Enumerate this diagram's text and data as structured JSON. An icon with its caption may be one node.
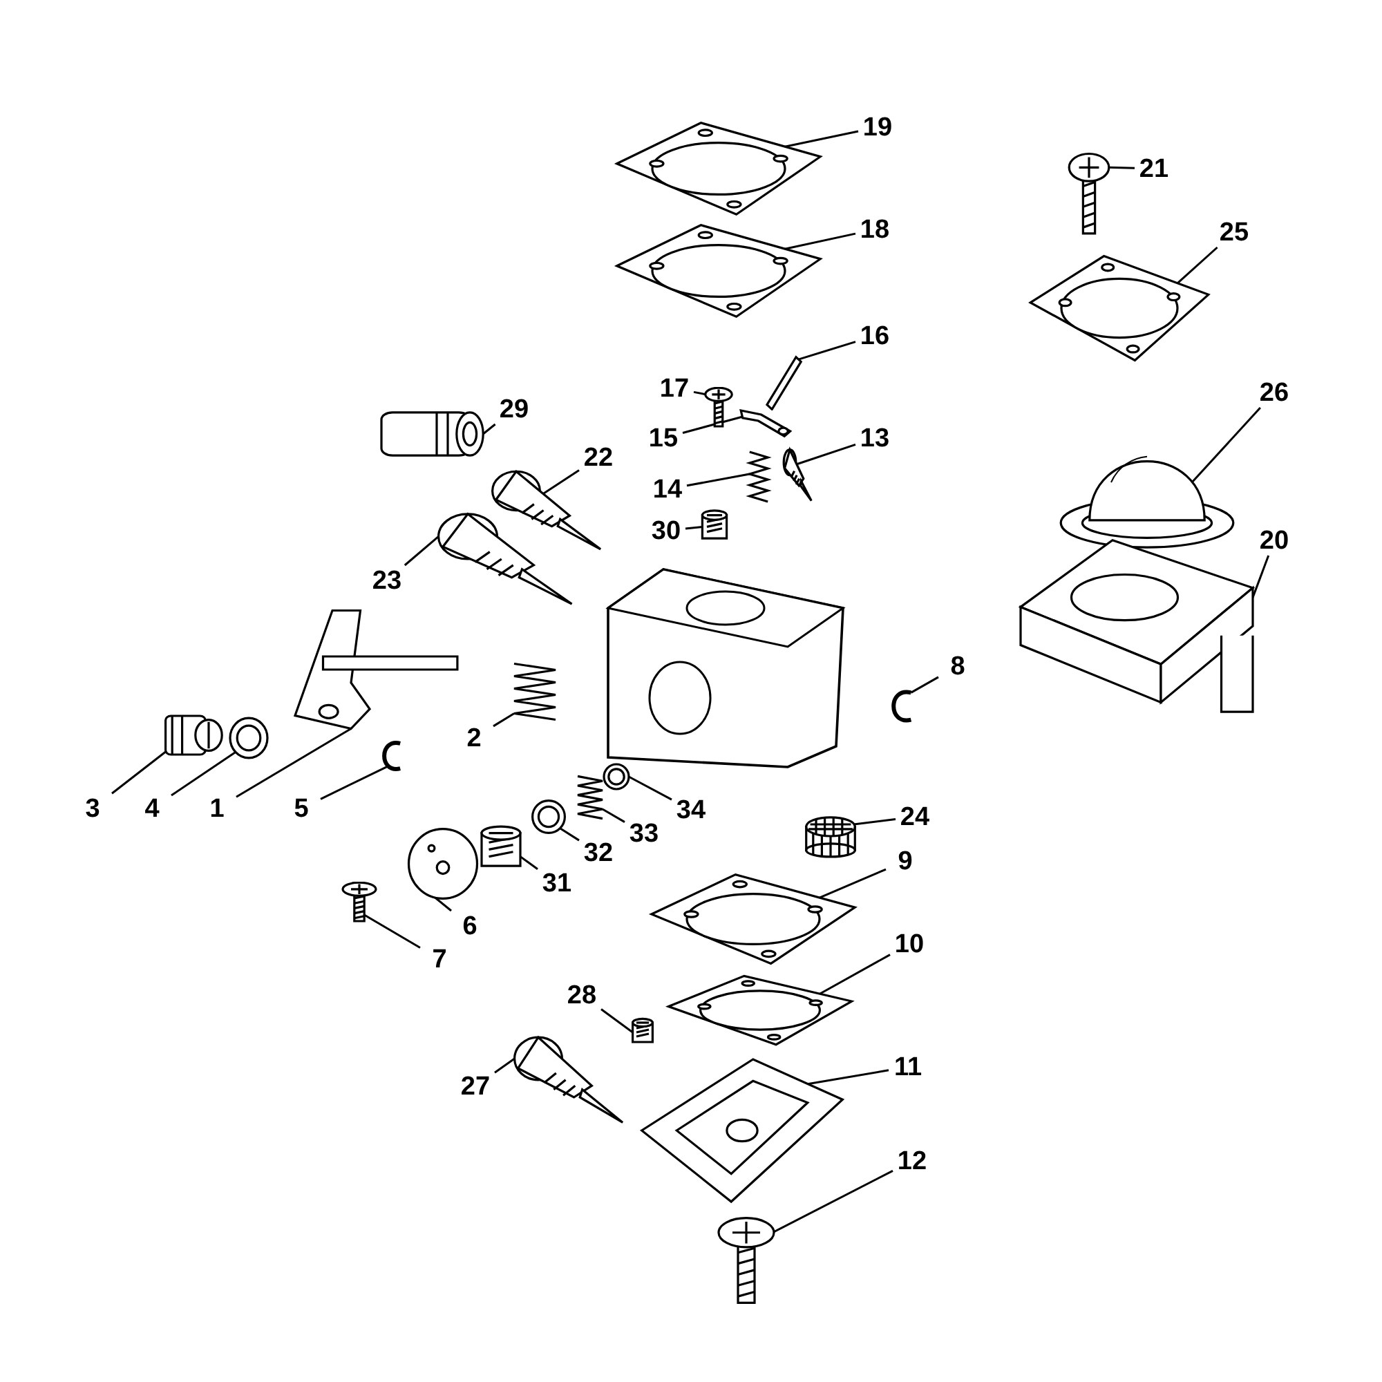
{
  "diagram": {
    "nodes": [
      {
        "text": [
          "19"
        ]
      },
      {
        "text": [
          "21"
        ]
      },
      {
        "text": [
          "25"
        ]
      },
      {
        "text": [
          "18"
        ]
      },
      {
        "text": [
          "16"
        ]
      },
      {
        "text": [
          "17"
        ]
      },
      {
        "text": [
          "26"
        ]
      },
      {
        "text": [
          "15"
        ]
      },
      {
        "text": [
          "13"
        ]
      },
      {
        "text": [
          "29"
        ]
      },
      {
        "text": [
          "22"
        ]
      },
      {
        "text": [
          "14"
        ]
      },
      {
        "text": [
          "30"
        ]
      },
      {
        "text": [
          "20"
        ]
      },
      {
        "text": [
          "23"
        ]
      },
      {
        "text": [
          "8"
        ]
      },
      {
        "text": [
          "2"
        ]
      },
      {
        "text": [
          "3"
        ]
      },
      {
        "text": [
          "4"
        ]
      },
      {
        "text": [
          "1"
        ]
      },
      {
        "text": [
          "5"
        ]
      },
      {
        "text": [
          "34"
        ]
      },
      {
        "text": [
          "24"
        ]
      },
      {
        "text": [
          "33"
        ]
      },
      {
        "text": [
          "9"
        ]
      },
      {
        "text": [
          "32"
        ]
      },
      {
        "text": [
          "31"
        ]
      },
      {
        "text": [
          "6"
        ]
      },
      {
        "text": [
          "7"
        ]
      },
      {
        "text": [
          "10"
        ]
      },
      {
        "text": [
          "28"
        ]
      },
      {
        "text": [
          "27"
        ]
      },
      {
        "text": [
          "11"
        ]
      },
      {
        "text": [
          "12"
        ]
      },
      {
        "text": [],
        "shape": "picture"
      },
      {
        "text": [],
        "shape": "picture"
      },
      {
        "text": [],
        "shape": "picture"
      },
      {
        "text": [],
        "shape": "picture"
      },
      {
        "text": [],
        "shape": "picture"
      },
      {
        "text": [],
        "shape": "picture"
      },
      {
        "text": [],
        "shape": "picture"
      },
      {
        "text": [],
        "shape": "picture"
      },
      {
        "text": [],
        "shape": "picture"
      },
      {
        "text": [],
        "shape": "picture"
      },
      {
        "text": [],
        "shape": "picture"
      },
      {
        "text": [],
        "shape": "picture"
      },
      {
        "text": [],
        "shape": "picture"
      },
      {
        "text": [],
        "shape": "picture"
      },
      {
        "text": [],
        "shape": "picture"
      },
      {
        "text": [],
        "shape": "picture"
      },
      {
        "text": [],
        "shape": "picture"
      },
      {
        "text": [],
        "shape": "picture"
      },
      {
        "text": [],
        "shape": "picture"
      },
      {
        "text": [],
        "shape": "picture"
      },
      {
        "text": [],
        "shape": "picture"
      },
      {
        "text": [],
        "shape": "picture"
      },
      {
        "text": [],
        "shape": "cylinder"
      },
      {
        "text": [],
        "shape": "picture"
      },
      {
        "text": [],
        "shape": "picture"
      },
      {
        "text": [],
        "shape": "picture"
      },
      {
        "text": [],
        "shape": "picture"
      },
      {
        "text": [],
        "shape": "picture"
      },
      {
        "text": [],
        "shape": "picture"
      },
      {
        "text": [],
        "shape": "picture"
      },
      {
        "text": [],
        "shape": "picture"
      },
      {
        "text": [],
        "shape": "picture"
      },
      {
        "text": [],
        "shape": "picture"
      },
      {
        "text": [],
        "shape": "picture"
      }
    ],
    "edges": [
      {
        "from": 0,
        "to": 34,
        "arrow": "none"
      },
      {
        "from": 1,
        "to": 35,
        "arrow": "none"
      },
      {
        "from": 2,
        "to": 36,
        "arrow": "none"
      },
      {
        "from": 3,
        "to": 37,
        "arrow": "none"
      },
      {
        "from": 4,
        "to": 38,
        "arrow": "none"
      },
      {
        "from": 5,
        "to": 39,
        "arrow": "none"
      },
      {
        "from": 6,
        "to": 40,
        "arrow": "none"
      },
      {
        "from": 7,
        "to": 41,
        "arrow": "none"
      },
      {
        "from": 8,
        "to": 42,
        "arrow": "none"
      },
      {
        "from": 9,
        "to": 43,
        "arrow": "none"
      },
      {
        "from": 10,
        "to": 44,
        "arrow": "none"
      },
      {
        "from": 11,
        "to": 45,
        "arrow": "none"
      },
      {
        "from": 12,
        "to": 46,
        "arrow": "none"
      },
      {
        "from": 13,
        "to": 47,
        "arrow": "none"
      },
      {
        "from": 14,
        "to": 48,
        "arrow": "none"
      },
      {
        "from": 15,
        "to": 49,
        "arrow": "none"
      },
      {
        "from": 16,
        "to": 50,
        "arrow": "none"
      },
      {
        "from": 17,
        "to": 51,
        "arrow": "none"
      },
      {
        "from": 18,
        "to": 52,
        "arrow": "none"
      },
      {
        "from": 19,
        "to": 53,
        "arrow": "none"
      },
      {
        "from": 20,
        "to": 54,
        "arrow": "none"
      },
      {
        "from": 21,
        "to": 55,
        "arrow": "none"
      },
      {
        "from": 22,
        "to": 56,
        "arrow": "none"
      },
      {
        "from": 23,
        "to": 57,
        "arrow": "none"
      },
      {
        "from": 24,
        "to": 58,
        "arrow": "none"
      },
      {
        "from": 25,
        "to": 59,
        "arrow": "none"
      },
      {
        "from": 26,
        "to": 60,
        "arrow": "none"
      },
      {
        "from": 27,
        "to": 61,
        "arrow": "none"
      },
      {
        "from": 28,
        "to": 62,
        "arrow": "none"
      },
      {
        "from": 29,
        "to": 63,
        "arrow": "none"
      },
      {
        "from": 30,
        "to": 64,
        "arrow": "none"
      },
      {
        "from": 31,
        "to": 65,
        "arrow": "none"
      },
      {
        "from": 32,
        "to": 66,
        "arrow": "none"
      },
      {
        "from": 33,
        "to": 67,
        "arrow": "none"
      }
    ]
  }
}
